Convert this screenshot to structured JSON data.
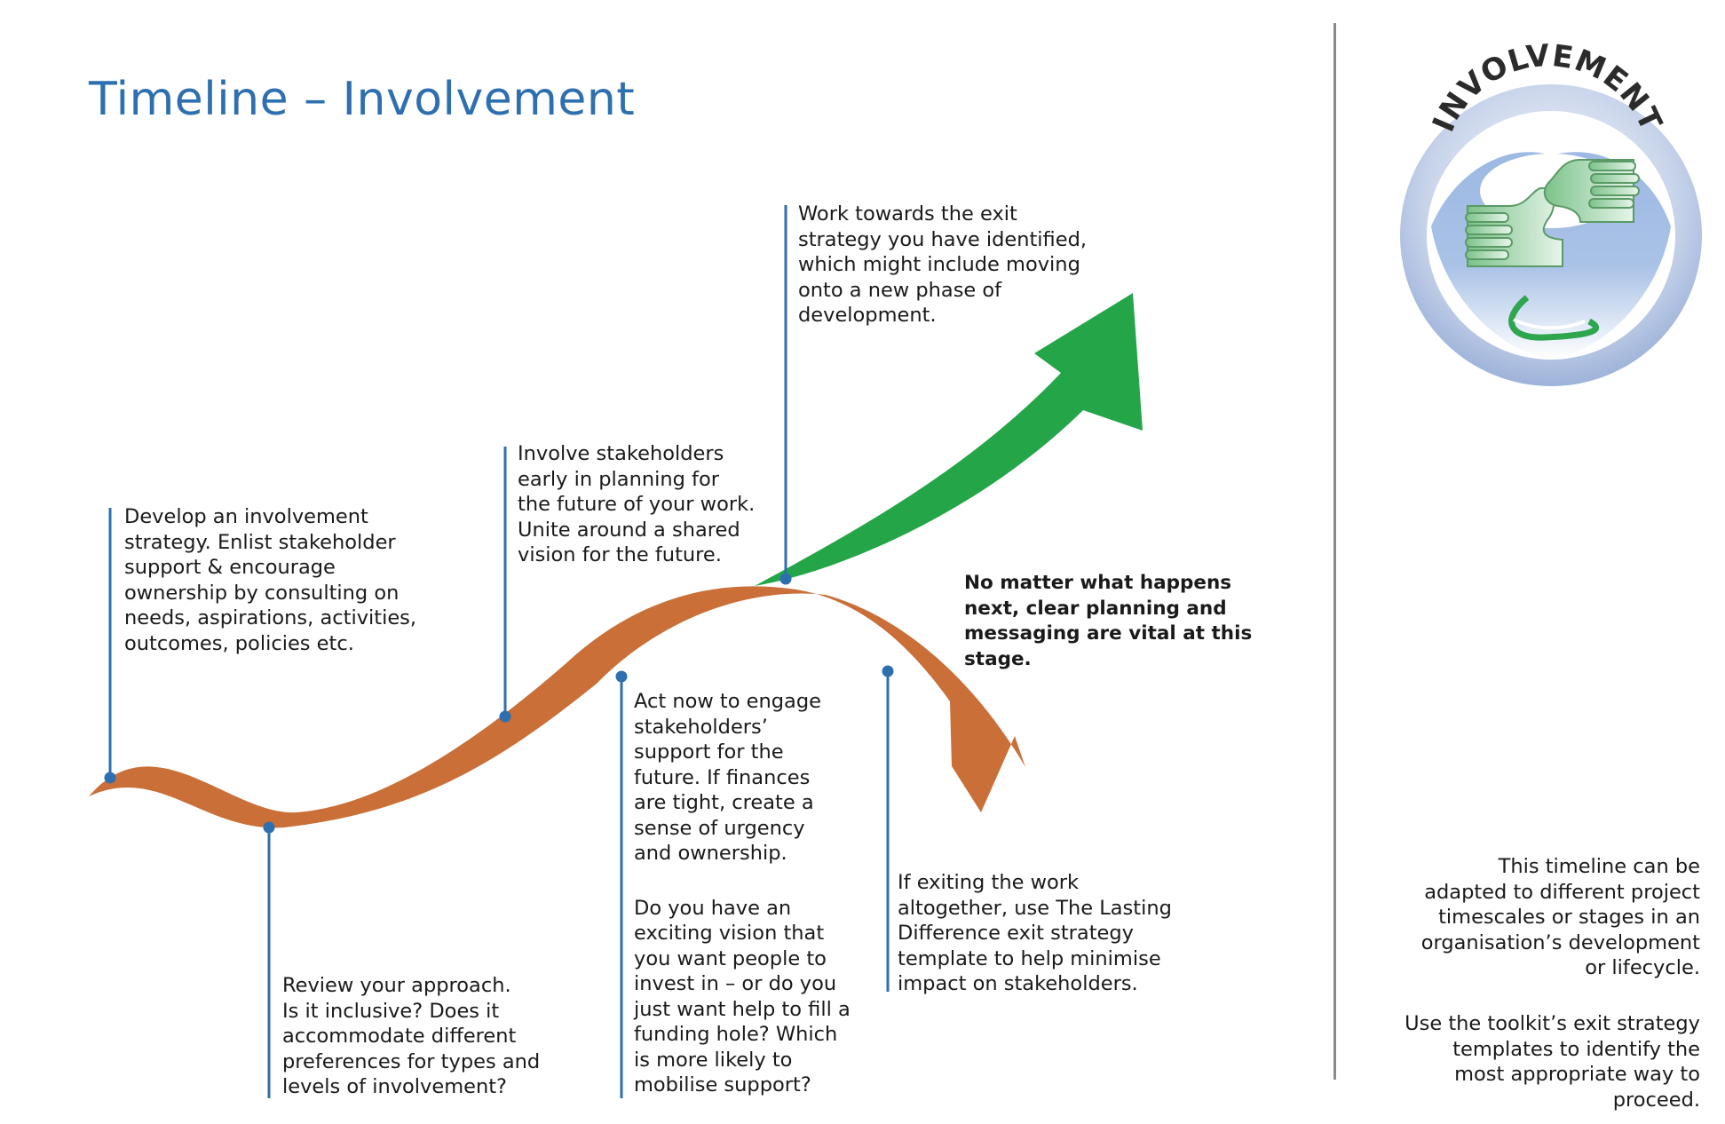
{
  "title": "Timeline – Involvement",
  "badge": {
    "text": "INVOLVEMENT",
    "letters": [
      "I",
      "N",
      "V",
      "O",
      "L",
      "V",
      "E",
      "M",
      "E",
      "N",
      "T"
    ],
    "colors": {
      "ring": "#b8c7e2",
      "inner": "#a9c0e4",
      "hands": "#86c48f",
      "stroke": "#2b2b2b"
    }
  },
  "colors": {
    "title": "#2e6fb0",
    "marker": "#2e6fb0",
    "curve_down": "#c96f37",
    "curve_up": "#24a548",
    "divider": "#8a8a8a"
  },
  "notes": {
    "develop": [
      "Develop an involvement",
      "strategy. Enlist stakeholder",
      "support & encourage",
      "ownership by consulting on",
      "needs, aspirations, activities,",
      "outcomes, policies etc."
    ],
    "review": [
      "Review your approach.",
      "Is it inclusive? Does it",
      "accommodate different",
      "preferences for types and",
      "levels of involvement?"
    ],
    "involve": [
      "Involve stakeholders",
      "early in planning for",
      "the future of your work.",
      "Unite around a shared",
      "vision for the future."
    ],
    "act": [
      "Act now to engage",
      "stakeholders’",
      "support for the",
      "future. If finances",
      "are tight, create a",
      "sense of urgency",
      "and ownership."
    ],
    "vision": [
      "Do you have an",
      "exciting vision that",
      "you want people to",
      "invest in – or do you",
      "just want help to fill a",
      "funding hole? Which",
      "is more likely to",
      "mobilise support?"
    ],
    "work": [
      "Work towards the exit",
      "strategy you have identified,",
      "which might include moving",
      "onto a new phase of",
      "development."
    ],
    "exiting": [
      "If exiting the work",
      "altogether, use The Lasting",
      "Difference exit strategy",
      "template to help minimise",
      "impact on stakeholders."
    ],
    "no_matter": [
      "No matter what happens",
      "next, clear planning and",
      "messaging are vital at this",
      "stage."
    ]
  },
  "side_notes": {
    "adapt": [
      "This timeline can be",
      "adapted to different project",
      "timescales or stages in an",
      "organisation’s development",
      "or lifecycle."
    ],
    "toolkit": [
      "Use the toolkit’s exit strategy",
      "templates to identify the",
      "most appropriate way to",
      "proceed."
    ]
  }
}
